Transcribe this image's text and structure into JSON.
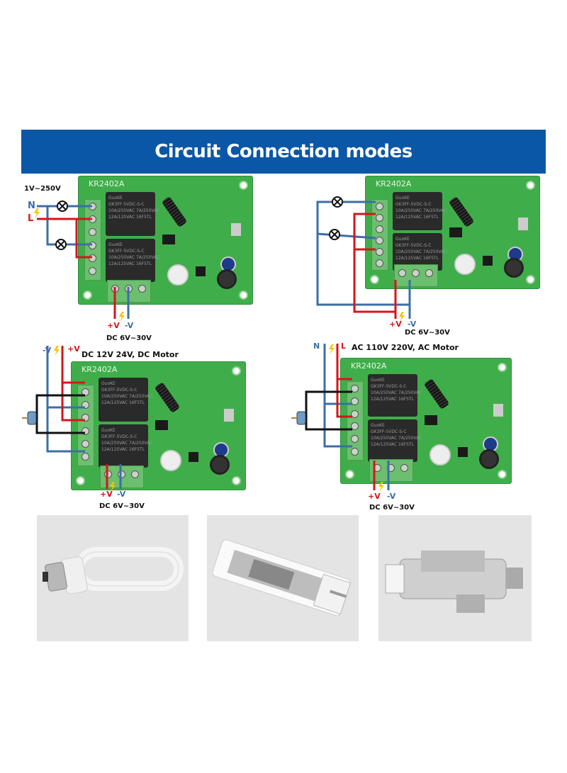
{
  "banner": {
    "title": "Circuit Connection modes"
  },
  "board_model": "KR2402A",
  "relay_text": {
    "brand": "GuoKE",
    "model": "GK3FF-5VDC-S-C",
    "rating1": "10A/250VAC 7A/250VAC",
    "rating2": "12A/125VAC 16F5TL"
  },
  "diagrams": [
    {
      "title": "1V~250V",
      "neutral": "N",
      "live": "L",
      "plus": "+V",
      "minus": "-V",
      "supply": "DC  6V~30V"
    },
    {
      "plus": "+V",
      "minus": "-V",
      "supply": "DC  6V~30V"
    },
    {
      "title": "DC 12V 24V, DC Motor",
      "load_plus": "+V",
      "load_minus": "-V",
      "plus": "+V",
      "minus": "-V",
      "supply": "DC 6V~30V"
    },
    {
      "title": "AC 110V 220V, AC Motor",
      "neutral": "N",
      "live": "L",
      "plus": "+V",
      "minus": "-V",
      "supply": "DC 6V~30V"
    }
  ],
  "photos": [
    {
      "subject": "bulb"
    },
    {
      "subject": "curtain-motor"
    },
    {
      "subject": "ac-motor"
    }
  ],
  "colors": {
    "banner": "#0b57a7",
    "live_wire": "#d4161b",
    "neutral_wire": "#3d6ea5",
    "motor_wire": "#111111",
    "board": "#3fae4a"
  }
}
